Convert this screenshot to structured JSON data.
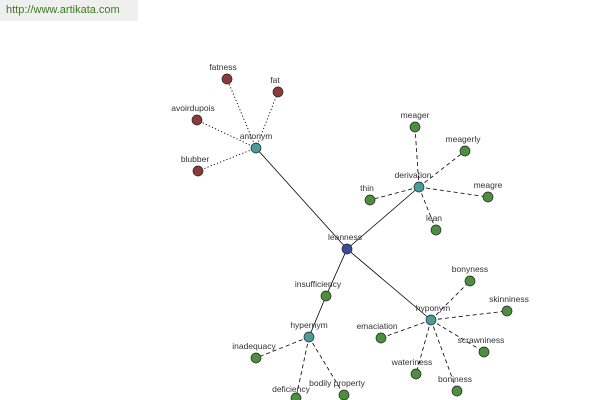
{
  "site": {
    "url_text": "http://www.artikata.com"
  },
  "colors": {
    "center": "#3d4a9c",
    "relation": "#4a9c9a",
    "synonym": "#4c8f3e",
    "antonym_term": "#8a3a3a"
  },
  "graph": {
    "center": {
      "label": "leanness"
    },
    "relations": [
      {
        "id": "antonym",
        "label": "antonym",
        "edge": "dotted",
        "kind": "antonym_term",
        "terms": [
          "fatness",
          "fat",
          "avoirdupois",
          "blubber"
        ]
      },
      {
        "id": "derivation",
        "label": "derivation",
        "edge": "dashed",
        "kind": "synonym",
        "terms": [
          "meager",
          "meagerly",
          "thin",
          "meagre",
          "lean"
        ]
      },
      {
        "id": "hyponym",
        "label": "hyponym",
        "edge": "dashed",
        "kind": "synonym",
        "terms": [
          "bonyness",
          "skinniness",
          "emaciation",
          "scrawniness",
          "wateriness",
          "boniness"
        ]
      },
      {
        "id": "hypernym",
        "label": "hypernym",
        "edge": "dashed",
        "kind": "synonym",
        "terms": [
          "inadequacy",
          "deficiency",
          "bodily property"
        ]
      }
    ],
    "chain": [
      {
        "label": "insufficiency",
        "between": [
          "leanness",
          "hypernym"
        ],
        "kind": "synonym"
      }
    ]
  }
}
